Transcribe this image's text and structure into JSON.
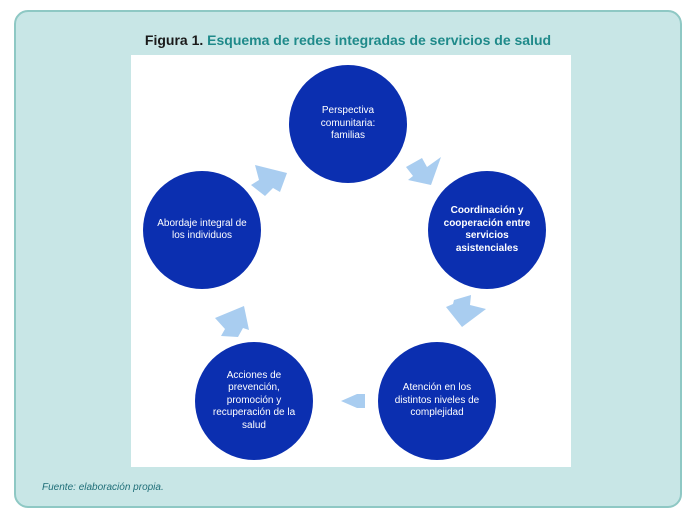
{
  "caption": {
    "lead": "Figura 1.",
    "title": "Esquema de redes integradas de servicios de salud"
  },
  "nodes": [
    {
      "label": "Perspectiva comunitaria: familias",
      "bold": false
    },
    {
      "label": "Coordinación y cooperación entre servicios asistenciales",
      "bold": true
    },
    {
      "label": "Atención en los distintos niveles de complejidad",
      "bold": false
    },
    {
      "label": "Acciones de prevención, promoción y recuperación de la salud",
      "bold": false
    },
    {
      "label": "Abordaje integral de los individuos",
      "bold": false
    }
  ],
  "source": "Fuente: elaboración propia.",
  "colors": {
    "panel_bg": "#c8e6e6",
    "panel_border": "#8ec8c4",
    "node_fill": "#0b2fb0",
    "arrow_fill": "#a9cdf0",
    "title_color": "#1f8a8a",
    "source_color": "#1f6e78"
  }
}
